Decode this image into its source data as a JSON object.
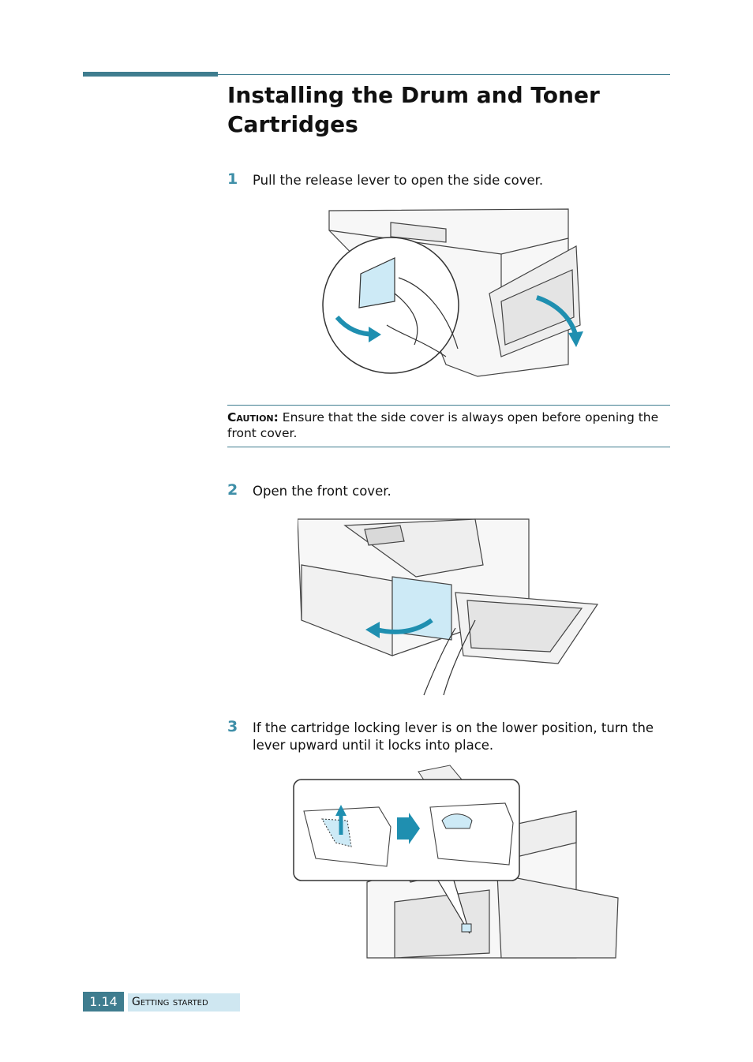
{
  "title": "Installing the Drum and Toner Cartridges",
  "steps": [
    {
      "number": "1",
      "text": "Pull the release lever to open the side cover."
    },
    {
      "number": "2",
      "text": "Open the front cover."
    },
    {
      "number": "3",
      "text": "If the cartridge locking lever is on the lower position, turn the lever upward until it locks into place."
    }
  ],
  "caution": {
    "label": "Caution:",
    "text": " Ensure that the side cover is always open before opening the front cover."
  },
  "footer": {
    "page_number": "1.14",
    "section": "Getting started"
  },
  "colors": {
    "accent": "#3f7d8f",
    "step_number": "#3f8fa8",
    "highlight": "#cfe7f1",
    "arrow": "#1f8fb0"
  }
}
